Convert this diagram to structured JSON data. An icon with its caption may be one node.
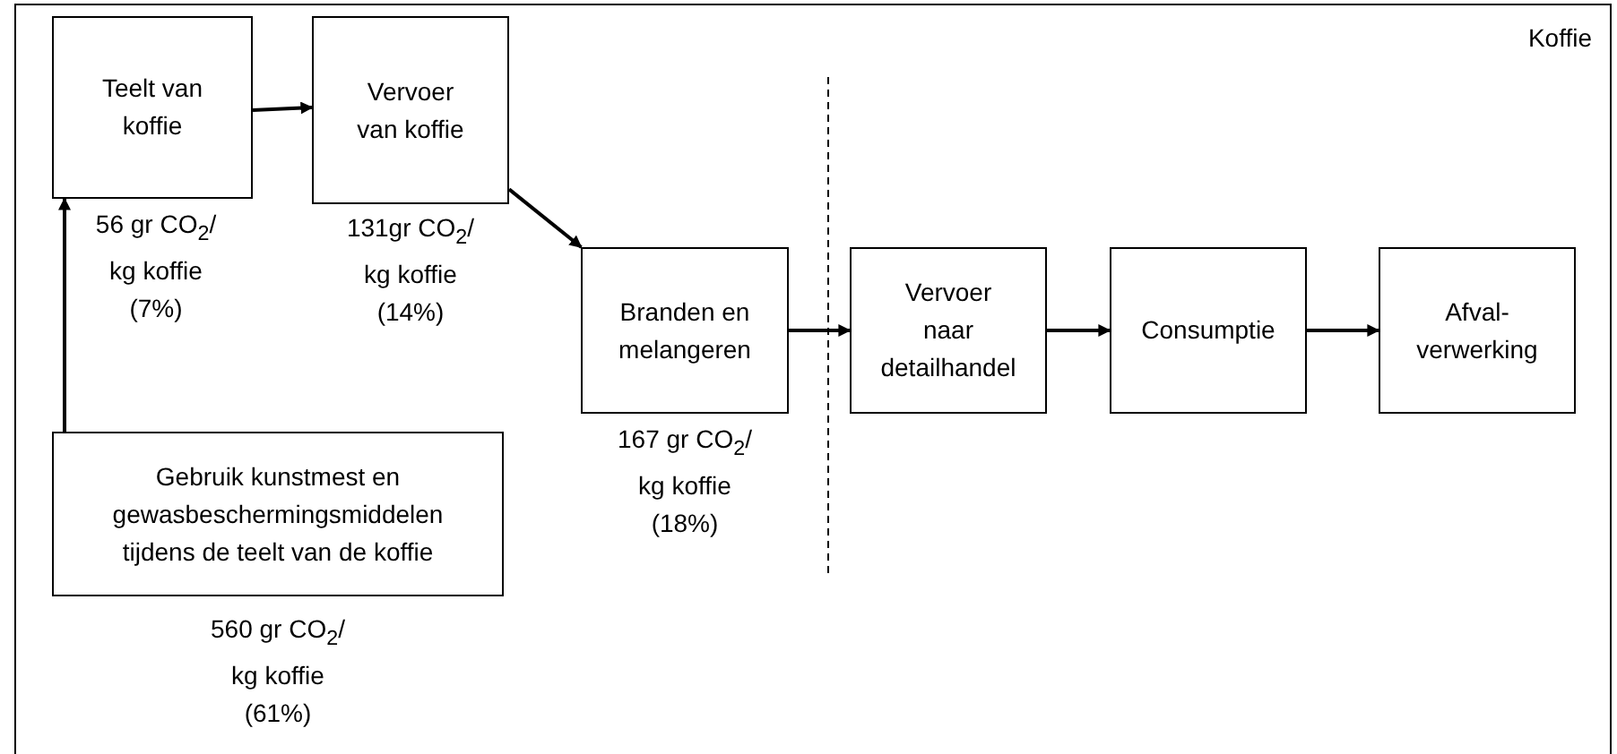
{
  "diagram": {
    "nodes": [
      {
        "text": [
          "Koffie"
        ]
      },
      {
        "text": [
          "Teelt van koffie"
        ],
        "beside": [
          "56 gr CO$_{2}$/ kg koffie (7%)"
        ],
        "in": 0
      },
      {
        "text": [
          "Vervoer van koffie"
        ],
        "beside": [
          "131gr CO$_{2}$/ kg koffie (14%)"
        ],
        "in": 0
      },
      {
        "text": [
          "Branden en melangeren"
        ],
        "beside": [
          "167 gr CO$_{2}$/ kg koffie (18%)"
        ],
        "in": 0
      },
      {
        "text": [
          "Vervoer naar detailhandel"
        ],
        "in": 0
      },
      {
        "text": [
          "Consumptie"
        ],
        "in": 0
      },
      {
        "text": [
          "Afval- verwerking"
        ],
        "in": 0
      },
      {
        "text": [
          "Gebruik kunstmest en gewasbeschermingsmiddelen tijdens de teelt van de koffie"
        ],
        "beside": [
          "560 gr CO$_{2}$/ kg koffie (61%)"
        ],
        "in": 0
      }
    ],
    "edges": [
      {
        "from": 1,
        "to": 2,
        "arrow": "to"
      },
      {
        "from": 2,
        "to": 3,
        "arrow": "to"
      },
      {
        "from": 3,
        "to": 4,
        "arrow": "to"
      },
      {
        "from": 4,
        "to": 5,
        "arrow": "to"
      },
      {
        "from": 5,
        "to": 6,
        "arrow": "to"
      },
      {
        "from": 7,
        "to": 1,
        "arrow": "to"
      }
    ]
  }
}
